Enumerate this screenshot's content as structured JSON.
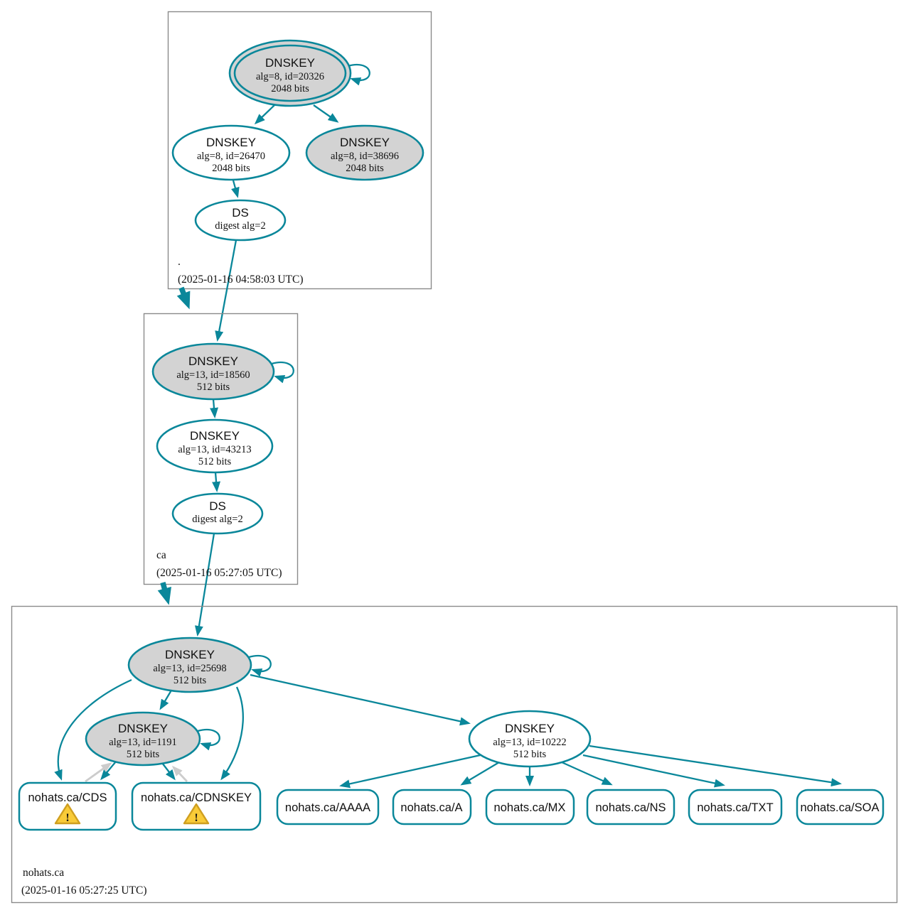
{
  "colors": {
    "secure": "#0a879a",
    "node_fill": "#d3d3d3",
    "edge_gray": "#cccccc",
    "warning_fill": "#f9cb38",
    "warning_border": "#cf9f20",
    "box_border": "#8a8a8a"
  },
  "zones": [
    {
      "name": ".",
      "timestamp": "(2025-01-16 04:58:03 UTC)",
      "nodes": {
        "ksk": {
          "title": "DNSKEY",
          "detail": "alg=8, id=20326",
          "bits": "2048 bits"
        },
        "zsk": {
          "title": "DNSKEY",
          "detail": "alg=8, id=26470",
          "bits": "2048 bits"
        },
        "ksk2": {
          "title": "DNSKEY",
          "detail": "alg=8, id=38696",
          "bits": "2048 bits"
        },
        "ds": {
          "title": "DS",
          "detail": "digest alg=2"
        }
      }
    },
    {
      "name": "ca",
      "timestamp": "(2025-01-16 05:27:05 UTC)",
      "nodes": {
        "ksk": {
          "title": "DNSKEY",
          "detail": "alg=13, id=18560",
          "bits": "512 bits"
        },
        "zsk": {
          "title": "DNSKEY",
          "detail": "alg=13, id=43213",
          "bits": "512 bits"
        },
        "ds": {
          "title": "DS",
          "detail": "digest alg=2"
        }
      }
    },
    {
      "name": "nohats.ca",
      "timestamp": "(2025-01-16 05:27:25 UTC)",
      "nodes": {
        "ksk": {
          "title": "DNSKEY",
          "detail": "alg=13, id=25698",
          "bits": "512 bits"
        },
        "ksk2": {
          "title": "DNSKEY",
          "detail": "alg=13, id=1191",
          "bits": "512 bits"
        },
        "zsk": {
          "title": "DNSKEY",
          "detail": "alg=13, id=10222",
          "bits": "512 bits"
        },
        "rrsets": [
          {
            "label": "nohats.ca/CDS",
            "warning": true
          },
          {
            "label": "nohats.ca/CDNSKEY",
            "warning": true
          },
          {
            "label": "nohats.ca/AAAA",
            "warning": false
          },
          {
            "label": "nohats.ca/A",
            "warning": false
          },
          {
            "label": "nohats.ca/MX",
            "warning": false
          },
          {
            "label": "nohats.ca/NS",
            "warning": false
          },
          {
            "label": "nohats.ca/TXT",
            "warning": false
          },
          {
            "label": "nohats.ca/SOA",
            "warning": false
          }
        ]
      }
    }
  ]
}
